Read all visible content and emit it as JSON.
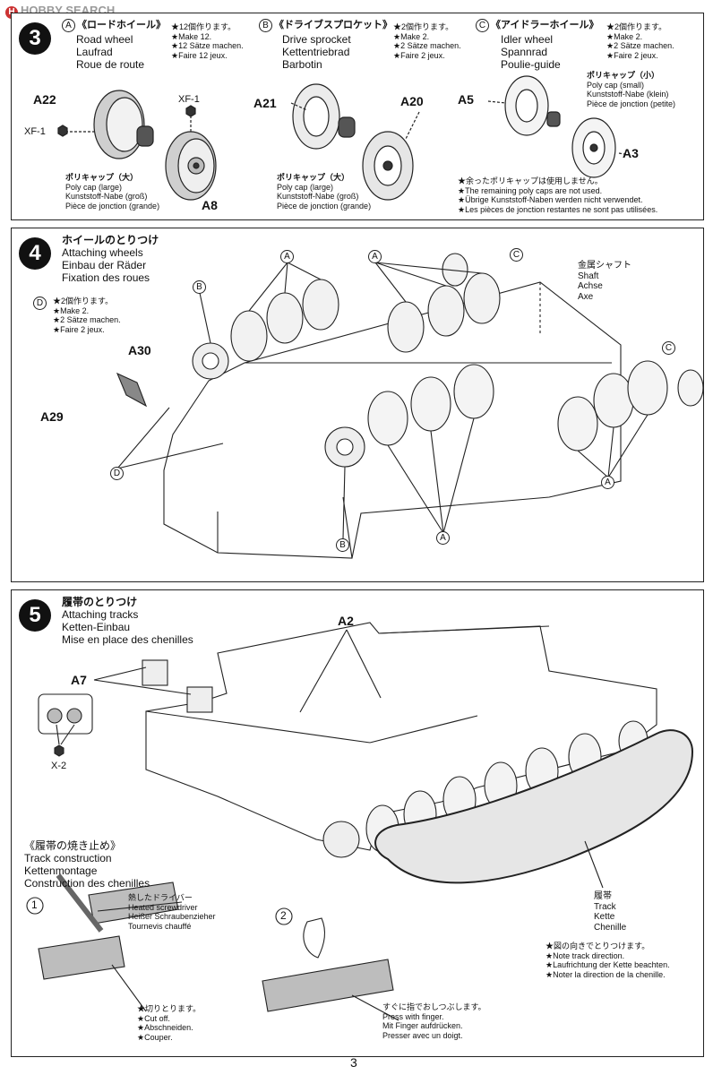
{
  "watermark": "HOBBY SEARCH",
  "page_number": "3",
  "step3": {
    "number": "3",
    "road_wheel": {
      "letter": "A",
      "title": "《ロードホイール》",
      "lines": [
        "Road wheel",
        "Laufrad",
        "Roue de route"
      ],
      "make": [
        "★12個作ります。",
        "★Make 12.",
        "★12 Sätze machen.",
        "★Faire 12 jeux."
      ]
    },
    "sprocket": {
      "letter": "B",
      "title": "《ドライブスプロケット》",
      "lines": [
        "Drive sprocket",
        "Kettentriebrad",
        "Barbotin"
      ],
      "make": [
        "★2個作ります。",
        "★Make 2.",
        "★2 Sätze machen.",
        "★Faire 2 jeux."
      ]
    },
    "idler": {
      "letter": "C",
      "title": "《アイドラーホイール》",
      "lines": [
        "Idler wheel",
        "Spannrad",
        "Poulie-guide"
      ],
      "make": [
        "★2個作ります。",
        "★Make 2.",
        "★2 Sätze machen.",
        "★Faire 2 jeux."
      ]
    },
    "parts": {
      "a22": "A22",
      "xf1_left": "XF-1",
      "xf1_top": "XF-1",
      "a8": "A8",
      "a21": "A21",
      "a20": "A20",
      "a5": "A5",
      "a3": "A3"
    },
    "polycap_large_1": [
      "ポリキャップ（大）",
      "Poly cap (large)",
      "Kunststoff-Nabe (groß)",
      "Pièce de jonction (grande)"
    ],
    "polycap_large_2": [
      "ポリキャップ（大）",
      "Poly cap (large)",
      "Kunststoff-Nabe (groß)",
      "Pièce de jonction (grande)"
    ],
    "polycap_small": [
      "ポリキャップ（小）",
      "Poly cap (small)",
      "Kunststoff-Nabe (klein)",
      "Pièce de jonction (petite)"
    ],
    "remaining_note": [
      "★余ったポリキャップは使用しません。",
      "★The remaining poly caps are not used.",
      "★Übrige Kunststoff-Naben werden nicht verwendet.",
      "★Les pièces de jonction restantes ne sont pas utilisées."
    ]
  },
  "step4": {
    "number": "4",
    "title": [
      "ホイールのとりつけ",
      "Attaching wheels",
      "Einbau der Räder",
      "Fixation des roues"
    ],
    "d_letter": "D",
    "d_make": [
      "★2個作ります。",
      "★Make 2.",
      "★2 Sätze machen.",
      "★Faire 2 jeux."
    ],
    "a30": "A30",
    "a29": "A29",
    "shaft": [
      "金属シャフト",
      "Shaft",
      "Achse",
      "Axe"
    ],
    "callouts": {
      "a": "A",
      "b": "B",
      "c": "C",
      "d": "D"
    }
  },
  "step5": {
    "number": "5",
    "title": [
      "履帯のとりつけ",
      "Attaching tracks",
      "Ketten-Einbau",
      "Mise en place des chenilles"
    ],
    "a2": "A2",
    "a7": "A7",
    "x2": "X-2",
    "track_construction": [
      "《履帯の焼き止め》",
      "Track construction",
      "Kettenmontage",
      "Construction des chenilles"
    ],
    "step_one": "1",
    "step_two": "2",
    "screwdriver": [
      "熱したドライバー",
      "Heated screwdriver",
      "Heißer Schraubenzieher",
      "Tournevis chauffé"
    ],
    "cut_off": [
      "★切りとります。",
      "★Cut off.",
      "★Abschneiden.",
      "★Couper."
    ],
    "press": [
      "すぐに指でおしつぶします。",
      "Press with finger.",
      "Mit Finger aufdrücken.",
      "Presser avec un doigt."
    ],
    "track_label": [
      "履帯",
      "Track",
      "Kette",
      "Chenille"
    ],
    "direction_note": [
      "★図の向きでとりつけます。",
      "★Note track direction.",
      "★Laufrichtung der Kette beachten.",
      "★Noter la direction de la chenille."
    ]
  }
}
